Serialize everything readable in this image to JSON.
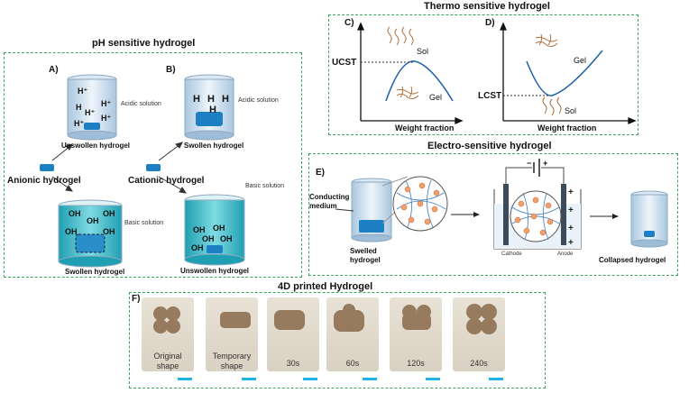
{
  "ph": {
    "title": "pH sensitive hydrogel",
    "label_a": "A)",
    "label_b": "B)",
    "acidic_a": "Acidic solution",
    "acidic_b": "Acidic solution",
    "basic_a": "Basic solution",
    "basic_b": "Basic solution",
    "unswollen_top": "Unswollen hydrogel",
    "swollen_top": "Swollen hydrogel",
    "anionic": "Anionic hydrogel",
    "cationic": "Cationic hydrogel",
    "swollen_bottom": "Swollen hydrogel",
    "unswollen_bottom": "Unswollen hydrogel",
    "h_ion": "H⁺",
    "h": "H",
    "oh": "OH"
  },
  "thermo": {
    "title": "Thermo sensitive hydrogel",
    "label_c": "C)",
    "label_d": "D)",
    "ucst": "UCST",
    "lcst": "LCST",
    "sol": "Sol",
    "gel": "Gel",
    "xlabel": "Weight fraction"
  },
  "electro": {
    "title": "Electro-sensitive hydrogel",
    "label_e": "E)",
    "conducting": "Conducting medium",
    "swelled": "Swelled hydrogel",
    "cathode": "Cathode",
    "anode": "Anode",
    "collapsed": "Collapsed hydrogel",
    "minus": "−",
    "plus": "+"
  },
  "print4d": {
    "title": "4D printed Hydrogel",
    "label_f": "F)",
    "captions": [
      "Original shape",
      "Temporary shape",
      "30s",
      "60s",
      "120s",
      "240s"
    ]
  },
  "colors": {
    "panel_border": "#3aa35f",
    "water": "#cfe3f4",
    "gel": "#1d7fc4",
    "basic": "#37b8c6",
    "scale": "#1eb4e6"
  }
}
